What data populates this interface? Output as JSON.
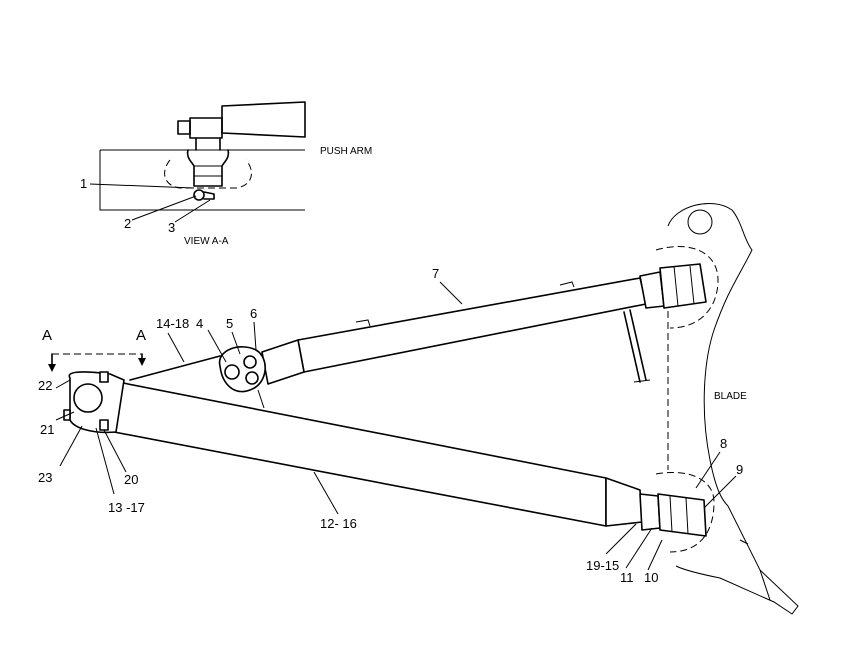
{
  "diagram": {
    "view_title": "VIEW A-A",
    "push_arm_label": "PUSH ARM",
    "blade_label": "BLADE",
    "section_marker_left": "A",
    "section_marker_right": "A",
    "callouts": {
      "c1": "1",
      "c2": "2",
      "c3": "3",
      "c4": "4",
      "c5": "5",
      "c6": "6",
      "c7": "7",
      "c8": "8",
      "c9": "9",
      "c10": "10",
      "c11": "11",
      "c12_16": "12- 16",
      "c13_17": "13  -17",
      "c14_18": "14-18",
      "c19_15": "19-15",
      "c20": "20",
      "c21": "21",
      "c22": "22",
      "c23": "23"
    }
  }
}
